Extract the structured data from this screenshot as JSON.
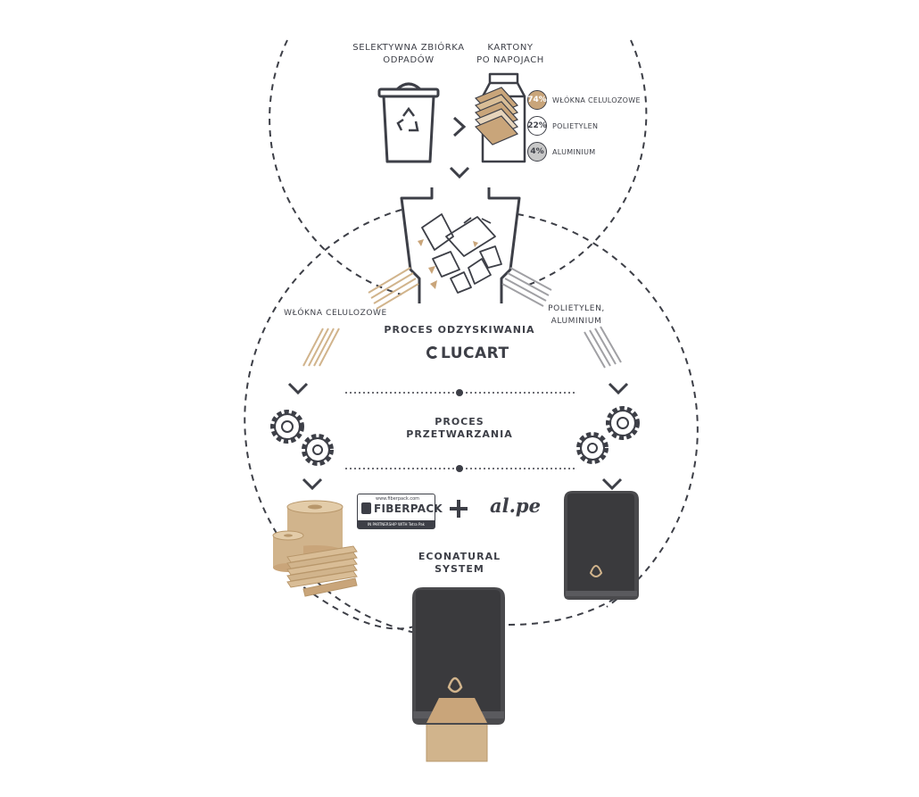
{
  "labels": {
    "selective_collection": "SELEKTYWNA ZBIÓRKA\nODPADÓW",
    "cartons": "KARTONY\nPO NAPOJACH",
    "cellulose_fibers_left": "WŁÓKNA CELULOZOWE",
    "polyethylene_aluminium": "POLIETYLEN,\nALUMINIUM",
    "recovery_process": "PROCES ODZYSKIWANIA",
    "processing": "PROCES\nPRZETWARZANIA",
    "econatural": "ECONATURAL\nSYSTEM"
  },
  "composition": [
    {
      "pct": "74%",
      "name": "WŁÓKNA CELULOZOWE",
      "fill": "#c9a57a",
      "text": "#ffffff"
    },
    {
      "pct": "22%",
      "name": "POLIETYLEN",
      "fill": "#ffffff",
      "text": "#3d3f47"
    },
    {
      "pct": "4%",
      "name": "ALUMINIUM",
      "fill": "#c8c8c8",
      "text": "#3d3f47"
    }
  ],
  "logos": {
    "lucart": "LUCART",
    "fiberpack_top": "www.fiberpack.com",
    "fiberpack": "FIBERPACK",
    "fiberpack_band": "IN PARTNERSHIP WITH  Tetra Pak",
    "plus": "+",
    "alpe": "al.pe"
  },
  "colors": {
    "ink": "#3d3f47",
    "kraft": "#d1b48c",
    "kraft_dark": "#b8976b",
    "dispenser": "#4a4a4d",
    "grey_fiber": "#a0a0a4"
  }
}
